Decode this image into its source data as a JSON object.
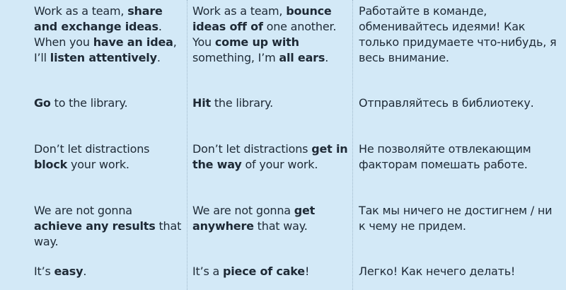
{
  "rows": [
    {
      "en_neutral": [
        {
          "t": "Work as a team, ",
          "b": false
        },
        {
          "t": "share and exchange ideas",
          "b": true
        },
        {
          "t": ". When you ",
          "b": false
        },
        {
          "t": "have an idea",
          "b": true
        },
        {
          "t": ", I’ll ",
          "b": false
        },
        {
          "t": "listen attentively",
          "b": true
        },
        {
          "t": ".",
          "b": false
        }
      ],
      "en_idiom": [
        {
          "t": "Work as a team, ",
          "b": false
        },
        {
          "t": "bounce ideas off of",
          "b": true
        },
        {
          "t": " one another. You ",
          "b": false
        },
        {
          "t": "come up with",
          "b": true
        },
        {
          "t": " something, I’m ",
          "b": false
        },
        {
          "t": "all ears",
          "b": true
        },
        {
          "t": ".",
          "b": false
        }
      ],
      "ru": [
        {
          "t": "Работайте в команде, обменивайтесь идеями! Как только придумаете что-нибудь, я весь внимание.",
          "b": false
        }
      ]
    },
    {
      "en_neutral": [
        {
          "t": "Go",
          "b": true
        },
        {
          "t": " to the library.",
          "b": false
        }
      ],
      "en_idiom": [
        {
          "t": "Hit",
          "b": true
        },
        {
          "t": " the library.",
          "b": false
        }
      ],
      "ru": [
        {
          "t": "Отправляйтесь в библиотеку.",
          "b": false
        }
      ]
    },
    {
      "en_neutral": [
        {
          "t": "Don’t let distractions ",
          "b": false
        },
        {
          "t": "block",
          "b": true
        },
        {
          "t": " your work.",
          "b": false
        }
      ],
      "en_idiom": [
        {
          "t": "Don’t let distractions ",
          "b": false
        },
        {
          "t": "get in the way",
          "b": true
        },
        {
          "t": " of your work.",
          "b": false
        }
      ],
      "ru": [
        {
          "t": "Не позволяйте отвлекающим факторам помешать работе.",
          "b": false
        }
      ]
    },
    {
      "en_neutral": [
        {
          "t": "We are not gonna ",
          "b": false
        },
        {
          "t": "achieve any results",
          "b": true
        },
        {
          "t": " that way.",
          "b": false
        }
      ],
      "en_idiom": [
        {
          "t": "We are not gonna ",
          "b": false
        },
        {
          "t": "get anywhere",
          "b": true
        },
        {
          "t": " that way.",
          "b": false
        }
      ],
      "ru": [
        {
          "t": "Так мы ничего не достигнем / ни к чему не придем.",
          "b": false
        }
      ]
    },
    {
      "en_neutral": [
        {
          "t": "It’s ",
          "b": false
        },
        {
          "t": "easy",
          "b": true
        },
        {
          "t": ".",
          "b": false
        }
      ],
      "en_idiom": [
        {
          "t": "It’s a ",
          "b": false
        },
        {
          "t": "piece of cake",
          "b": true
        },
        {
          "t": "!",
          "b": false
        }
      ],
      "ru": [
        {
          "t": "Легко! Как нечего делать!",
          "b": false
        }
      ]
    }
  ]
}
